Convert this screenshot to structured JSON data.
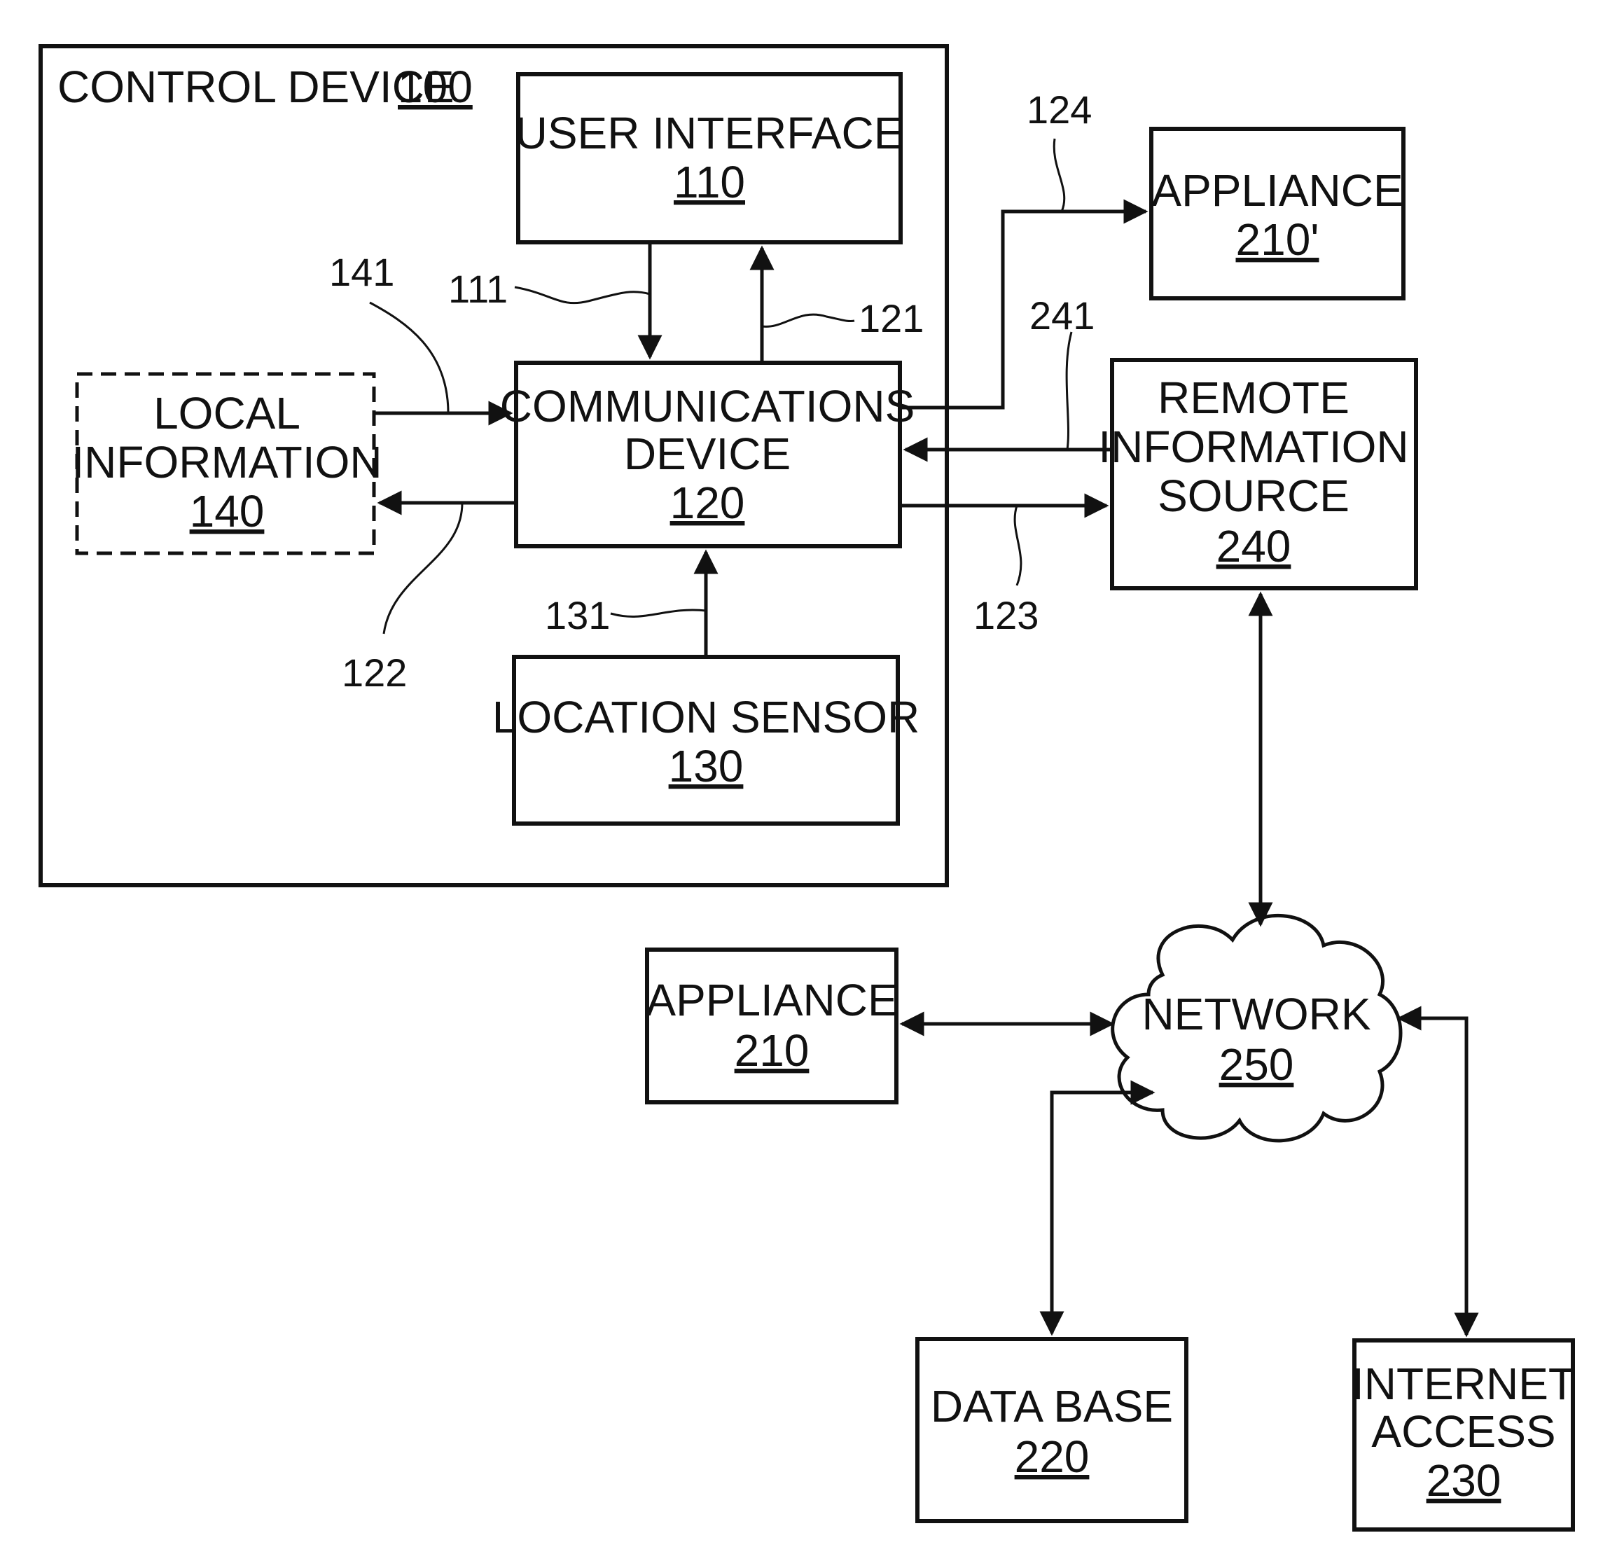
{
  "blocks": {
    "control_device": {
      "label": "CONTROL DEVICE",
      "ref": "100"
    },
    "user_interface": {
      "label": "USER INTERFACE",
      "ref": "110"
    },
    "communications_device": {
      "line1": "COMMUNICATIONS",
      "line2": "DEVICE",
      "ref": "120"
    },
    "location_sensor": {
      "label": "LOCATION SENSOR",
      "ref": "130"
    },
    "local_information": {
      "line1": "LOCAL",
      "line2": "INFORMATION",
      "ref": "140"
    },
    "appliance_prime": {
      "label": "APPLIANCE",
      "ref": "210'"
    },
    "remote_information_source": {
      "line1": "REMOTE",
      "line2": "INFORMATION",
      "line3": "SOURCE",
      "ref": "240"
    },
    "appliance": {
      "label": "APPLIANCE",
      "ref": "210"
    },
    "network": {
      "label": "NETWORK",
      "ref": "250"
    },
    "data_base": {
      "label": "DATA BASE",
      "ref": "220"
    },
    "internet_access": {
      "line1": "INTERNET",
      "line2": "ACCESS",
      "ref": "230"
    }
  },
  "signals": {
    "s111": "111",
    "s121": "121",
    "s122": "122",
    "s123": "123",
    "s124": "124",
    "s131": "131",
    "s141": "141",
    "s241": "241"
  }
}
